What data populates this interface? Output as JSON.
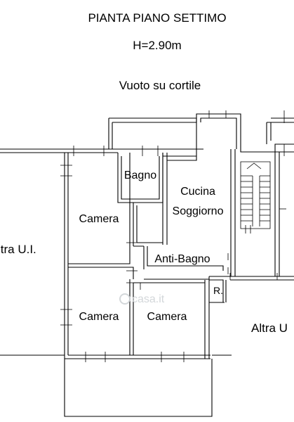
{
  "header": {
    "title": "PIANTA PIANO SETTIMO",
    "height": "H=2.90m"
  },
  "labels": {
    "courtyard": "Vuoto su cortile",
    "bathroom": "Bagno",
    "kitchen_line1": "Cucina",
    "kitchen_line2": "Soggiorno",
    "bedroom_top_left": "Camera",
    "antibath": "Anti-Bagno",
    "closet": "R.",
    "bedroom_bottom_left": "Camera",
    "bedroom_bottom_center": "Camera",
    "other_unit_left": "ltra U.I.",
    "other_unit_right": "Altra U"
  },
  "watermark": "casa.it"
}
